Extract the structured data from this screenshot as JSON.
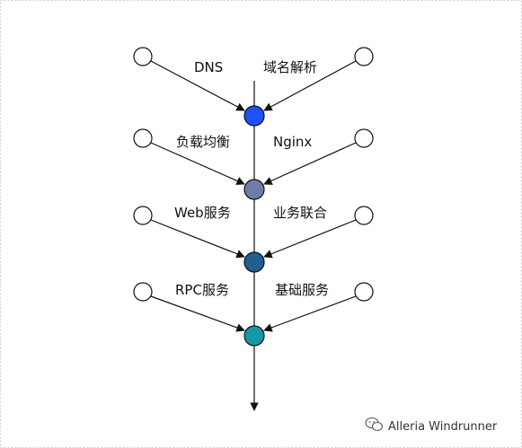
{
  "stages": [
    {
      "left_label": "DNS",
      "right_label": "域名解析",
      "color": "#1f4fff"
    },
    {
      "left_label": "负载均衡",
      "right_label": "Nginx",
      "color": "#6f7ca8"
    },
    {
      "left_label": "Web服务",
      "right_label": "业务联合",
      "color": "#225f90"
    },
    {
      "left_label": "RPC服务",
      "right_label": "基础服务",
      "color": "#1597a8"
    }
  ],
  "watermark": {
    "text": "Alleria Windrunner",
    "icon": "wechat-icon"
  },
  "colors": {
    "frame": "#cccccc",
    "line": "#111111",
    "input_node_fill": "#ffffff"
  }
}
